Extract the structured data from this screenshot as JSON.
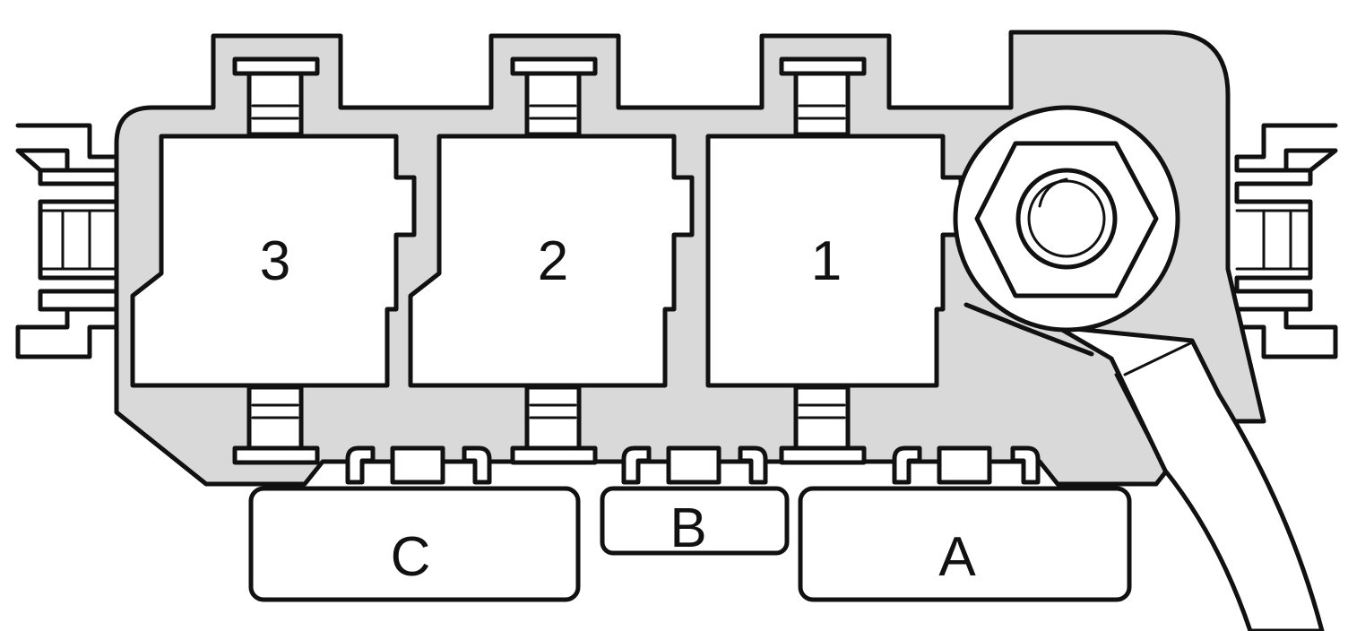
{
  "relays": [
    {
      "id": "relay-3",
      "label": "3"
    },
    {
      "id": "relay-2",
      "label": "2"
    },
    {
      "id": "relay-1",
      "label": "1"
    }
  ],
  "connectors": [
    {
      "id": "connector-c",
      "label": "C"
    },
    {
      "id": "connector-b",
      "label": "B"
    },
    {
      "id": "connector-a",
      "label": "A"
    }
  ],
  "colors": {
    "housing_fill": "#d9d9d9",
    "outline": "#111111",
    "background": "#ffffff"
  }
}
